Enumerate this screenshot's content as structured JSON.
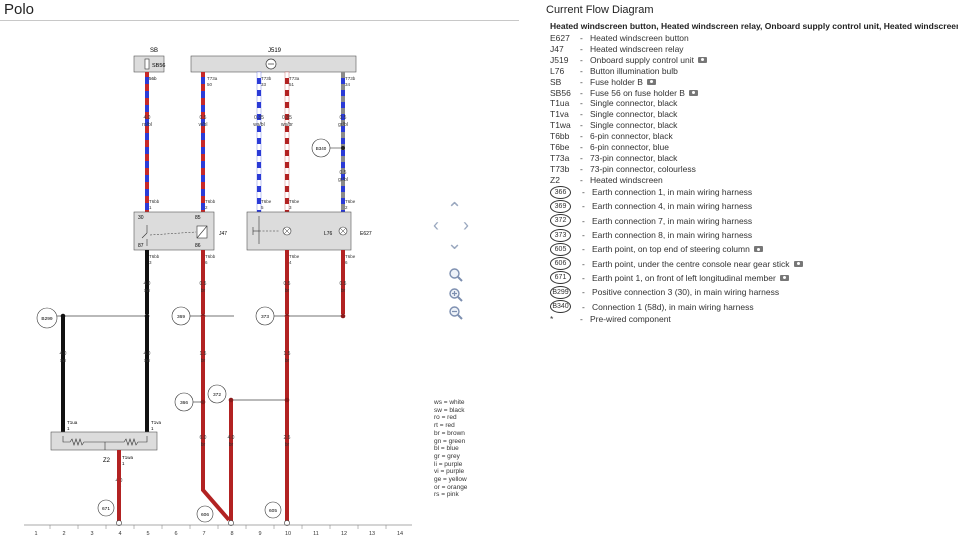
{
  "header": {
    "title": "Polo"
  },
  "diagram": {
    "fuse_box": {
      "label": "SB",
      "fuse": "SB56",
      "pin": "56b"
    },
    "control_unit": {
      "label": "J519"
    },
    "wires": {
      "w1": {
        "pin": "T6bb",
        "pin_no": "1",
        "size": "4.0",
        "color": "ro/bl"
      },
      "w2": {
        "top_pin": "T73a",
        "top_no": "50",
        "size": "0.5",
        "color": "vi/bl",
        "pin": "T6bb",
        "pin_no": "2"
      },
      "w3": {
        "top_pin": "T73b",
        "top_no": "33",
        "size": "0.35",
        "color": "ws/bl",
        "pin": "T6be",
        "pin_no": "5"
      },
      "w4": {
        "top_pin": "T73a",
        "top_no": "51",
        "size": "0.35",
        "color": "ws/br",
        "pin": "T6be",
        "pin_no": "3"
      },
      "w5": {
        "top_pin": "T73b",
        "top_no": "34",
        "size": "0.5",
        "color": "gr/bl",
        "pin": "T6be",
        "pin_no": "2"
      }
    },
    "b340": "B340",
    "b340_wire": {
      "size": "0.5",
      "color": "gr/bl"
    },
    "relay": {
      "label": "J47",
      "pin30": "30",
      "pin85": "85",
      "pin87": "87",
      "pin86": "86"
    },
    "button": {
      "label": "E627",
      "lamp": "L76"
    },
    "lower_wires": {
      "l1": {
        "pin": "T6bb",
        "pin_no": "3",
        "size": "4.0",
        "color": "sw"
      },
      "l2": {
        "pin": "T6bb",
        "pin_no": "6",
        "size": "0.5",
        "color": "br"
      },
      "l3": {
        "pin": "T6be",
        "pin_no": "4",
        "size": "0.5",
        "color": "br"
      },
      "l4": {
        "pin": "T6be",
        "pin_no": "6",
        "size": "0.5",
        "color": "br"
      }
    },
    "earths": {
      "b299": "B299",
      "e369": "369",
      "e373": "373",
      "e366": "366",
      "e372": "372",
      "e671": "671",
      "e606": "606",
      "e605": "605"
    },
    "mid_wires": {
      "m1": {
        "size": "4.0",
        "color": "sw"
      },
      "m2": {
        "size": "4.0",
        "color": "sw"
      },
      "m3": {
        "size": "1.5",
        "color": "br"
      },
      "m4": {
        "size": "1.5",
        "color": "br"
      },
      "m5": {
        "size": "6.0",
        "color": "br"
      },
      "m6": {
        "size": "4.0",
        "color": "br"
      },
      "m7": {
        "size": "2.5",
        "color": "br"
      },
      "m8": {
        "size": "4.0",
        "color": "br"
      }
    },
    "heater": {
      "label": "Z2",
      "pin_left": "T1ua",
      "pin_right": "T1va",
      "pin_bottom": "T1wa",
      "pin_left_no": "1",
      "pin_right_no": "1",
      "pin_bottom_no": "1"
    },
    "track_numbers": [
      "1",
      "2",
      "3",
      "4",
      "5",
      "6",
      "7",
      "8",
      "9",
      "10",
      "11",
      "12",
      "13",
      "14"
    ]
  },
  "legend": {
    "title": "Current Flow Diagram",
    "heading": "Heated windscreen button, Heated windscreen relay, Onboard supply control unit, Heated windscreen",
    "items": [
      {
        "code": "E627",
        "desc": "Heated windscreen button",
        "circled": false,
        "camera": false
      },
      {
        "code": "J47",
        "desc": "Heated windscreen relay",
        "circled": false,
        "camera": false
      },
      {
        "code": "J519",
        "desc": "Onboard supply control unit",
        "circled": false,
        "camera": true
      },
      {
        "code": "L76",
        "desc": "Button illumination bulb",
        "circled": false,
        "camera": false
      },
      {
        "code": "SB",
        "desc": "Fuse holder B",
        "circled": false,
        "camera": true
      },
      {
        "code": "SB56",
        "desc": "Fuse 56 on fuse holder B",
        "circled": false,
        "camera": true
      },
      {
        "code": "T1ua",
        "desc": "Single connector, black",
        "circled": false,
        "camera": false
      },
      {
        "code": "T1va",
        "desc": "Single connector, black",
        "circled": false,
        "camera": false
      },
      {
        "code": "T1wa",
        "desc": "Single connector, black",
        "circled": false,
        "camera": false
      },
      {
        "code": "T6bb",
        "desc": "6-pin connector, black",
        "circled": false,
        "camera": false
      },
      {
        "code": "T6be",
        "desc": "6-pin connector, blue",
        "circled": false,
        "camera": false
      },
      {
        "code": "T73a",
        "desc": "73-pin connector, black",
        "circled": false,
        "camera": false
      },
      {
        "code": "T73b",
        "desc": "73-pin connector, colourless",
        "circled": false,
        "camera": false
      },
      {
        "code": "Z2",
        "desc": "Heated windscreen",
        "circled": false,
        "camera": false
      },
      {
        "code": "366",
        "desc": "Earth connection 1, in main wiring harness",
        "circled": true,
        "camera": false
      },
      {
        "code": "369",
        "desc": "Earth connection 4, in main wiring harness",
        "circled": true,
        "camera": false
      },
      {
        "code": "372",
        "desc": "Earth connection 7, in main wiring harness",
        "circled": true,
        "camera": false
      },
      {
        "code": "373",
        "desc": "Earth connection 8, in main wiring harness",
        "circled": true,
        "camera": false
      },
      {
        "code": "605",
        "desc": "Earth point, on top end of steering column",
        "circled": true,
        "camera": true
      },
      {
        "code": "606",
        "desc": "Earth point, under the centre console near gear stick",
        "circled": true,
        "camera": true
      },
      {
        "code": "671",
        "desc": "Earth point 1, on front of left longitudinal member",
        "circled": true,
        "camera": true
      },
      {
        "code": "B299",
        "desc": "Positive connection 3 (30), in main wiring harness",
        "circled": true,
        "camera": false
      },
      {
        "code": "B340",
        "desc": "Connection 1 (58d), in main wiring harness",
        "circled": true,
        "camera": false
      },
      {
        "code": "*",
        "desc": "Pre-wired component",
        "circled": false,
        "camera": false
      }
    ]
  },
  "color_key": [
    "ws  = white",
    "sw  = black",
    "ro  = red",
    "rt   = red",
    "br  = brown",
    "gn  = green",
    "bl   = blue",
    "gr  = grey",
    "li    = purple",
    "vi   = purple",
    "ge  = yellow",
    "or  = orange",
    "rs  = pink"
  ],
  "colors": {
    "red": "#c62828",
    "blue": "#2b3bd6",
    "black": "#111111",
    "grey": "#8a8a8a",
    "box": "#dcdcdc",
    "nav": "#9aa8bf"
  }
}
